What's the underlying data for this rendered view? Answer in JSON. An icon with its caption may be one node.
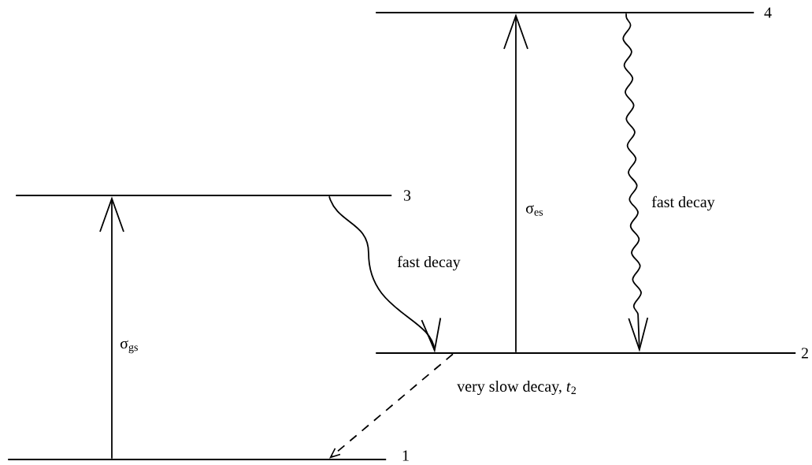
{
  "diagram": {
    "nodes": [
      {
        "text": [],
        "shape": "bar",
        "beside": [
          "4"
        ]
      },
      {
        "text": [],
        "shape": "bar",
        "beside": [
          "3"
        ]
      },
      {
        "text": [],
        "shape": "bar",
        "beside": [
          "2"
        ]
      },
      {
        "text": [],
        "shape": "bar",
        "beside": [
          "1"
        ]
      }
    ],
    "edges": [
      {
        "from": 3,
        "to": 1,
        "arrow": "to",
        "label": "σ$_{gs}$"
      },
      {
        "from": 1,
        "to": 2,
        "arrow": "to",
        "label": "fast decay"
      },
      {
        "from": 2,
        "to": 0,
        "arrow": "to",
        "label": "σ$_{es}$"
      },
      {
        "from": 0,
        "to": 2,
        "arrow": "to",
        "label": "fast decay"
      },
      {
        "from": 2,
        "to": 3,
        "arrow": "to",
        "label": "very slow decay, *t*$_{2}$",
        "style": "dashed"
      }
    ]
  }
}
